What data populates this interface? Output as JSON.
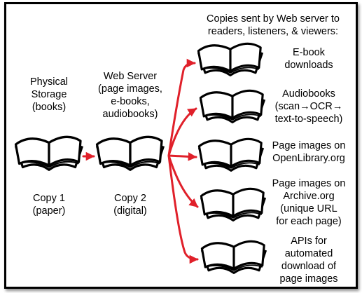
{
  "colors": {
    "arrow": "#e0202a",
    "ink": "#000000",
    "background": "#ffffff"
  },
  "header": {
    "lines": [
      "Copies sent by Web server to",
      "readers, listeners, & viewers:"
    ]
  },
  "physical": {
    "title_lines": [
      "Physical",
      "Storage",
      "(books)"
    ],
    "caption_lines": [
      "Copy 1",
      "(paper)"
    ]
  },
  "web_server": {
    "title_lines": [
      "Web Server",
      "(page images,",
      "e-books,",
      "audiobooks)"
    ],
    "caption_lines": [
      "Copy 2",
      "(digital)"
    ]
  },
  "outputs": [
    {
      "lines": [
        "E-book",
        "downloads"
      ]
    },
    {
      "lines": [
        "Audiobooks",
        "(scan→OCR→",
        "text-to-speech)"
      ]
    },
    {
      "lines": [
        "Page images on",
        "OpenLibrary.org"
      ]
    },
    {
      "lines": [
        "Page images on",
        "Archive.org",
        "(unique URL",
        "for each page)"
      ]
    },
    {
      "lines": [
        "APIs for",
        "automated",
        "download of",
        "page images"
      ]
    }
  ],
  "icons": [
    "open-book-icon"
  ]
}
